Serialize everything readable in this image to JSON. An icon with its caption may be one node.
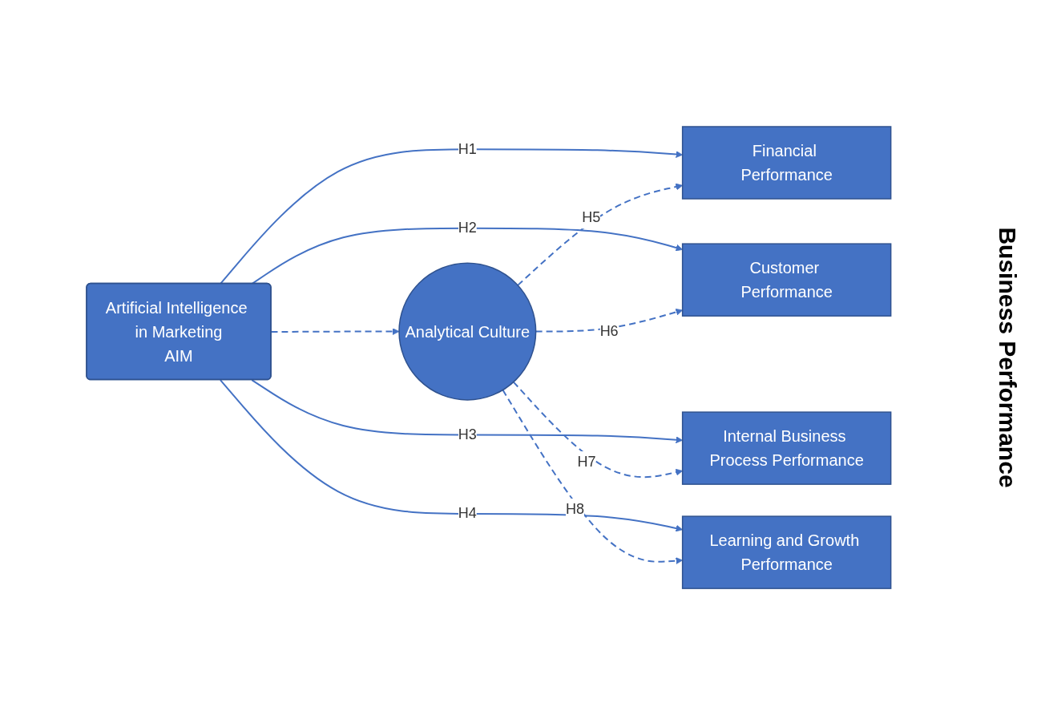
{
  "diagram": {
    "nodes": [
      {
        "text": [
          "Artificial Intelligence in Marketing",
          "AIM"
        ]
      },
      {
        "text": [
          "Financial Performance"
        ]
      },
      {
        "text": [
          "Customer Performance"
        ]
      },
      {
        "text": [
          "Internal Business Process Performance"
        ]
      },
      {
        "text": [
          "Learning and Growth Performance"
        ]
      },
      {
        "text": [
          "Analytical Culture"
        ]
      }
    ],
    "edges": [
      {
        "from": 0,
        "to": 1,
        "arrow": "to",
        "label": "H1"
      },
      {
        "from": 0,
        "to": 2,
        "arrow": "to",
        "label": "H2"
      },
      {
        "from": 0,
        "to": 3,
        "arrow": "to",
        "label": "H3"
      },
      {
        "from": 0,
        "to": 4,
        "arrow": "to",
        "label": "H4"
      },
      {
        "from": 0,
        "to": 5,
        "arrow": "to",
        "style": "dashed"
      },
      {
        "from": 5,
        "to": 1,
        "arrow": "to",
        "label": "H5",
        "style": "dashed"
      },
      {
        "from": 5,
        "to": 2,
        "arrow": "to",
        "label": "H6",
        "style": "dashed"
      },
      {
        "from": 5,
        "to": 3,
        "arrow": "to",
        "label": "H7",
        "style": "dashed"
      },
      {
        "from": 5,
        "to": 4,
        "arrow": "to",
        "label": "H8",
        "style": "dashed"
      }
    ],
    "labels": [
      "Business Performance"
    ]
  }
}
